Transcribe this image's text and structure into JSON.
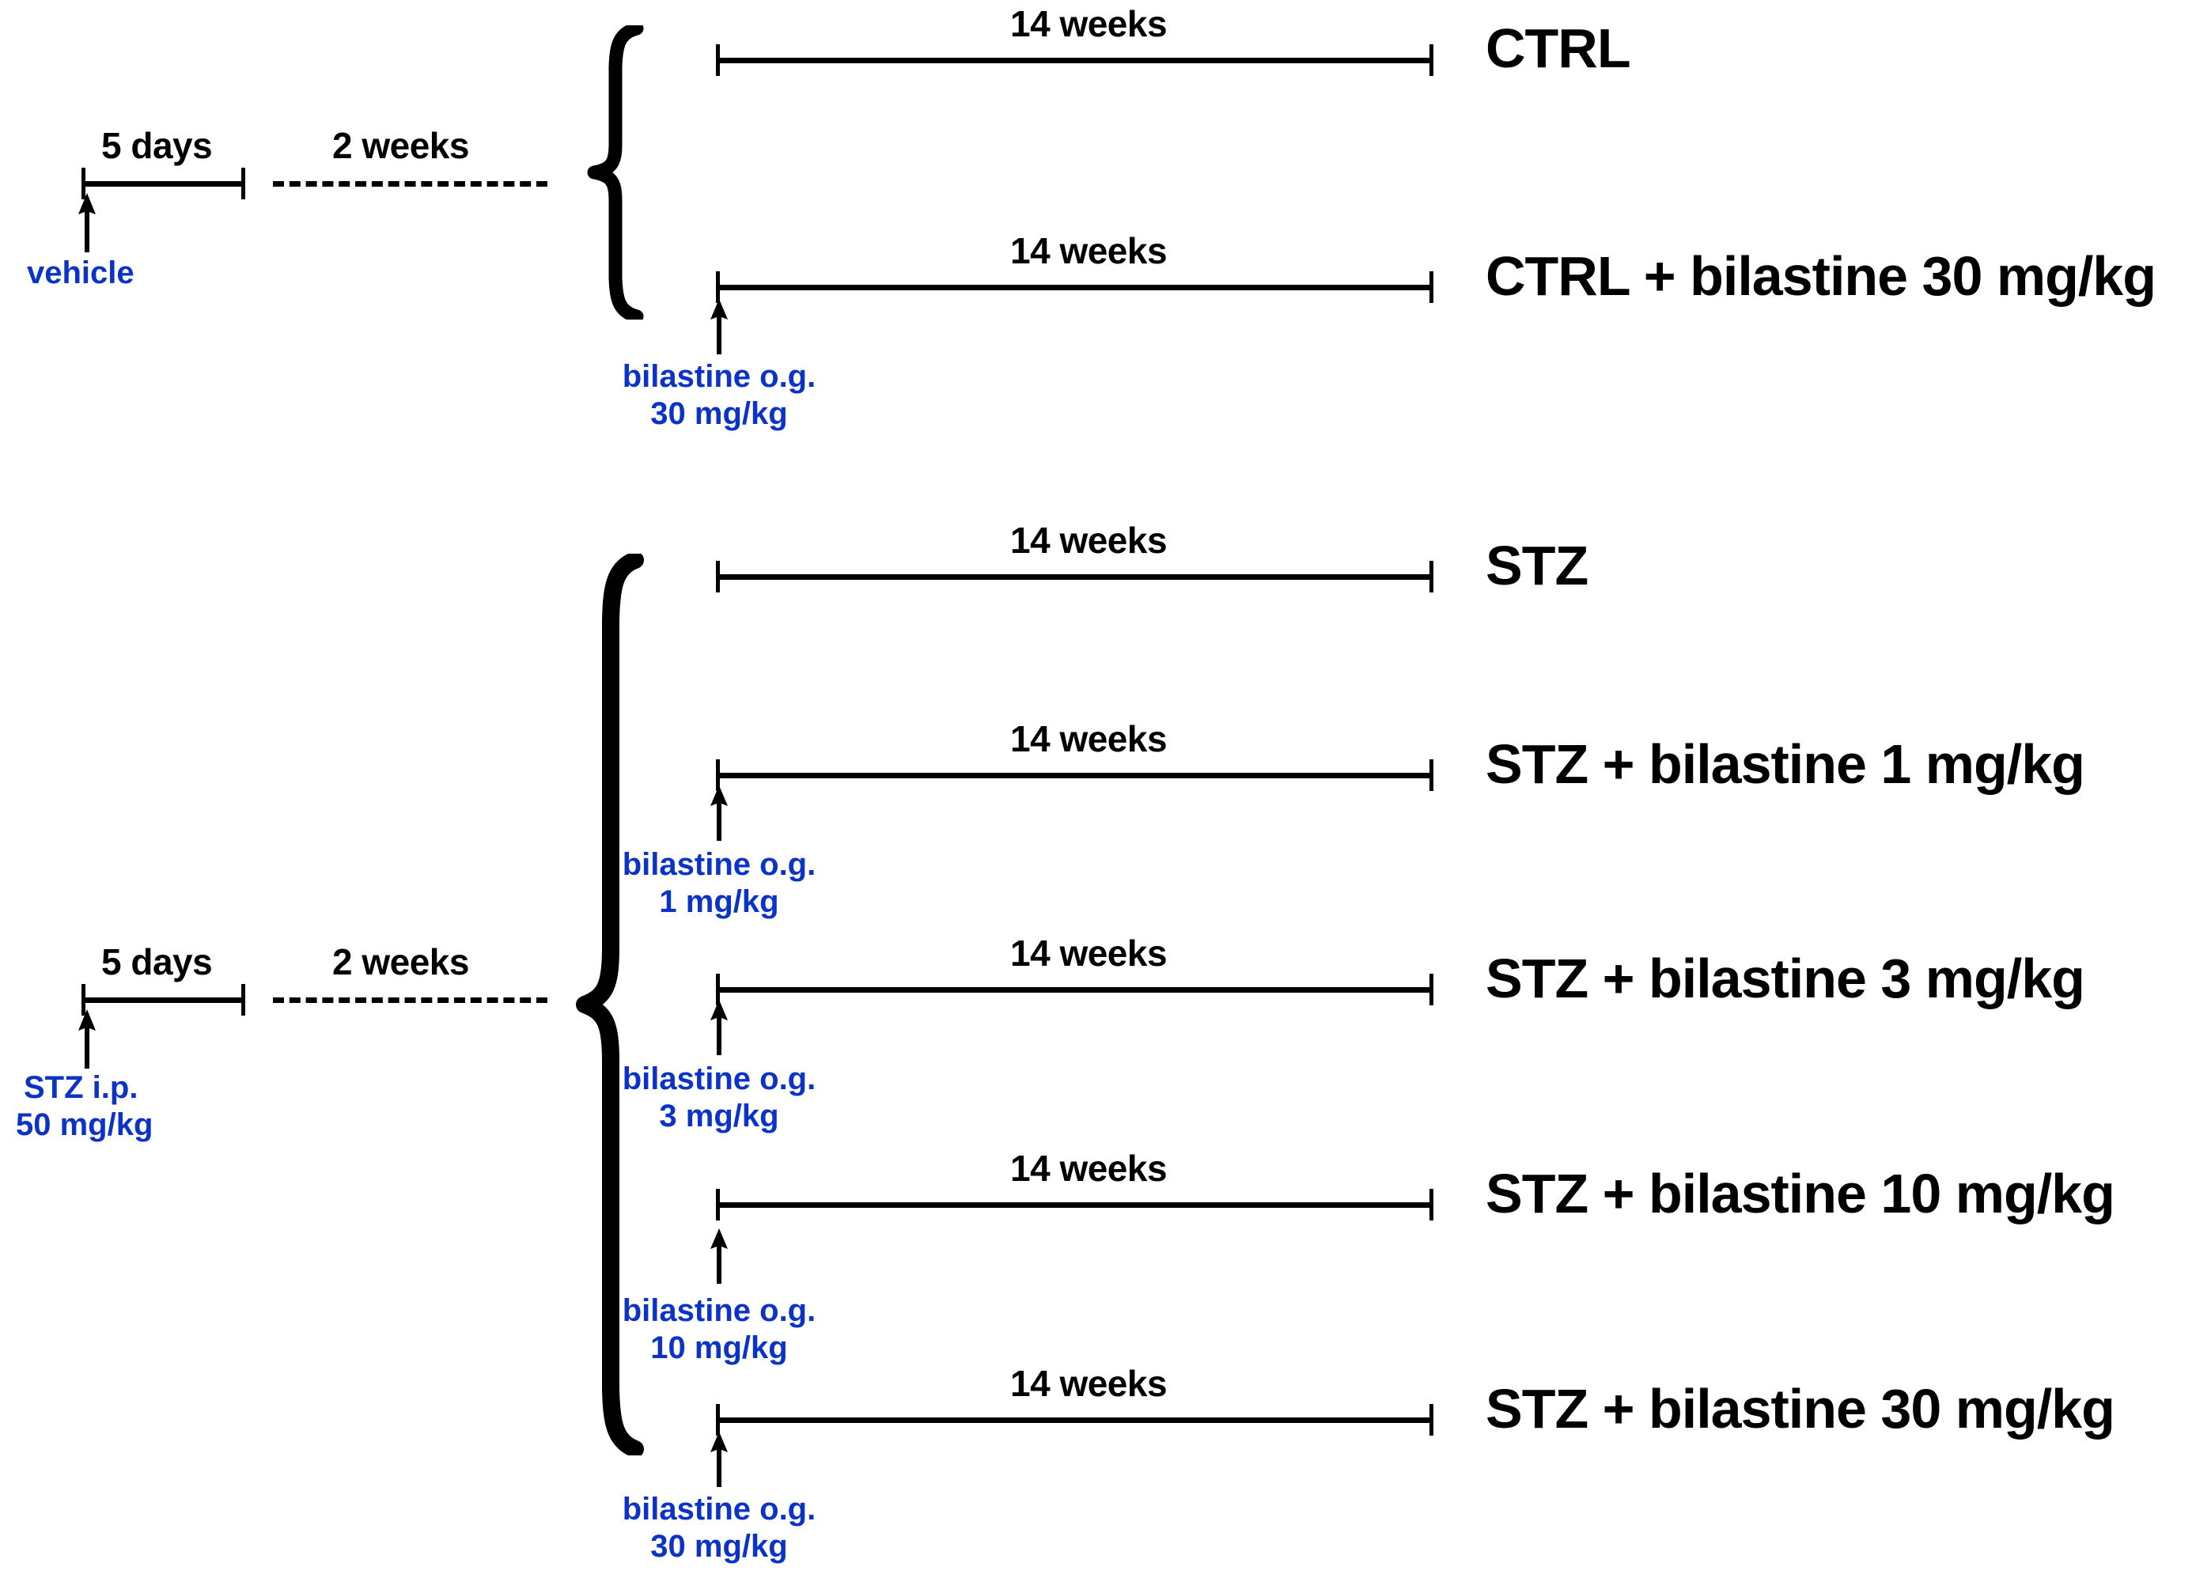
{
  "figure": {
    "type": "experimental-design-timeline",
    "background_color": "#ffffff",
    "text_color": "#000000",
    "annotation_color": "#0b34c6"
  },
  "induction_phases": {
    "ctrl": {
      "days_label": "5 days",
      "weeks_label": "2 weeks",
      "injection_line1": "vehicle",
      "injection_line2": ""
    },
    "stz": {
      "days_label": "5 days",
      "weeks_label": "2 weeks",
      "injection_line1": "STZ i.p.",
      "injection_line2": "50 mg/kg"
    }
  },
  "duration_label": "14 weeks",
  "groups": [
    {
      "id": "ctrl",
      "arm": "CTRL",
      "group_label": "CTRL",
      "duration_label": "14 weeks",
      "dose_line1": "",
      "dose_line2": "",
      "has_dose_arrow": false
    },
    {
      "id": "ctrl-bilastine-30",
      "arm": "CTRL",
      "group_label": "CTRL + bilastine 30 mg/kg",
      "duration_label": "14 weeks",
      "dose_line1": "bilastine o.g.",
      "dose_line2": "30 mg/kg",
      "has_dose_arrow": true
    },
    {
      "id": "stz",
      "arm": "STZ",
      "group_label": "STZ",
      "duration_label": "14 weeks",
      "dose_line1": "",
      "dose_line2": "",
      "has_dose_arrow": false
    },
    {
      "id": "stz-bilastine-1",
      "arm": "STZ",
      "group_label": "STZ + bilastine 1 mg/kg",
      "duration_label": "14 weeks",
      "dose_line1": "bilastine o.g.",
      "dose_line2": "1 mg/kg",
      "has_dose_arrow": true
    },
    {
      "id": "stz-bilastine-3",
      "arm": "STZ",
      "group_label": "STZ + bilastine 3 mg/kg",
      "duration_label": "14 weeks",
      "dose_line1": "bilastine o.g.",
      "dose_line2": "3 mg/kg",
      "has_dose_arrow": true
    },
    {
      "id": "stz-bilastine-10",
      "arm": "STZ",
      "group_label": "STZ + bilastine 10 mg/kg",
      "duration_label": "14 weeks",
      "dose_line1": "bilastine o.g.",
      "dose_line2": "10 mg/kg",
      "has_dose_arrow": true
    },
    {
      "id": "stz-bilastine-30",
      "arm": "STZ",
      "group_label": "STZ + bilastine 30 mg/kg",
      "duration_label": "14 weeks",
      "dose_line1": "bilastine o.g.",
      "dose_line2": "30 mg/kg",
      "has_dose_arrow": true
    }
  ]
}
